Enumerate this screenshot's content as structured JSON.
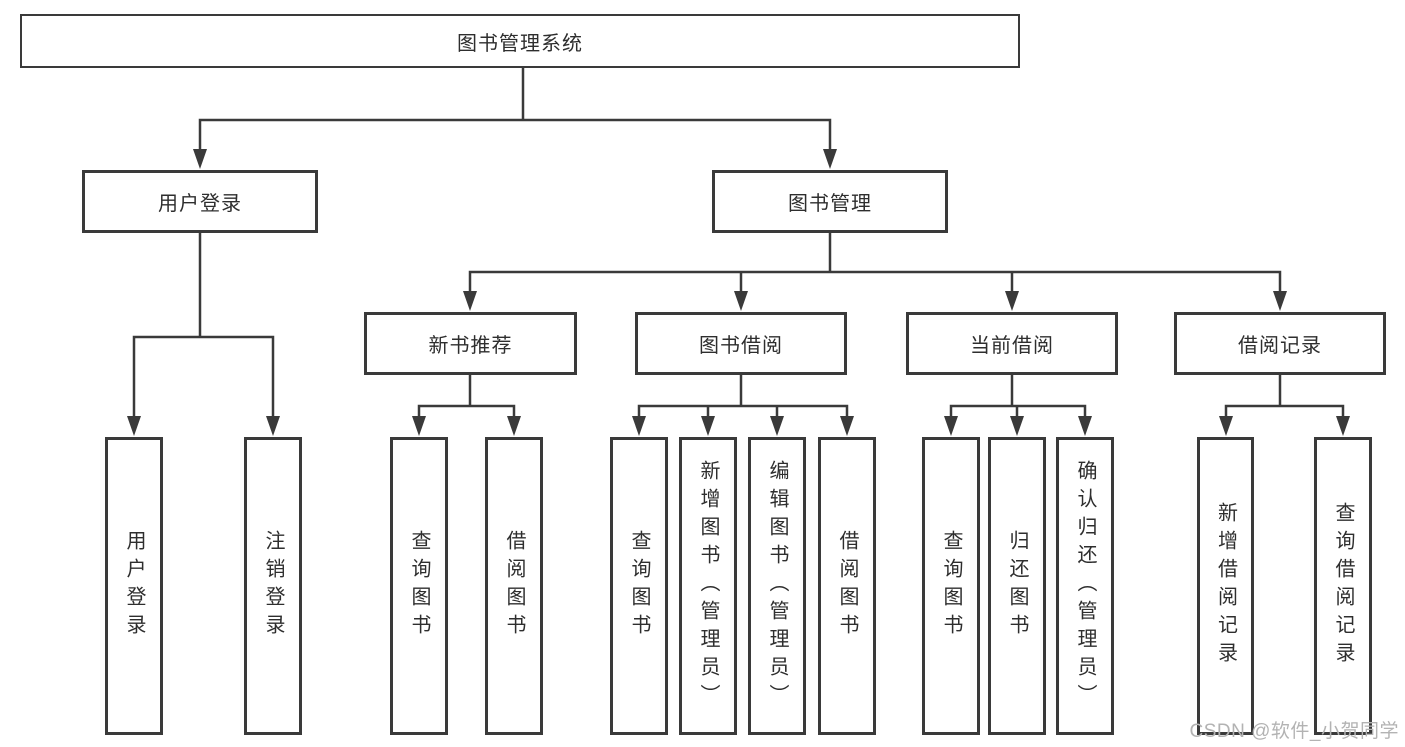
{
  "diagram": {
    "root": {
      "label": "图书管理系统"
    },
    "level2": [
      {
        "label": "用户登录"
      },
      {
        "label": "图书管理"
      }
    ],
    "level3": [
      {
        "label": "新书推荐",
        "parent": "图书管理"
      },
      {
        "label": "图书借阅",
        "parent": "图书管理"
      },
      {
        "label": "当前借阅",
        "parent": "图书管理"
      },
      {
        "label": "借阅记录",
        "parent": "图书管理"
      }
    ],
    "leaves": [
      {
        "label": "用户登录",
        "parent": "用户登录"
      },
      {
        "label": "注销登录",
        "parent": "用户登录"
      },
      {
        "label": "查询图书",
        "parent": "新书推荐"
      },
      {
        "label": "借阅图书",
        "parent": "新书推荐"
      },
      {
        "label": "查询图书",
        "parent": "图书借阅"
      },
      {
        "label": "新增图书（管理员）",
        "parent": "图书借阅"
      },
      {
        "label": "编辑图书（管理员）",
        "parent": "图书借阅"
      },
      {
        "label": "借阅图书",
        "parent": "图书借阅"
      },
      {
        "label": "查询图书",
        "parent": "当前借阅"
      },
      {
        "label": "归还图书",
        "parent": "当前借阅"
      },
      {
        "label": "确认归还（管理员）",
        "parent": "当前借阅"
      },
      {
        "label": "新增借阅记录",
        "parent": "借阅记录"
      },
      {
        "label": "查询借阅记录",
        "parent": "借阅记录"
      }
    ]
  },
  "watermark": "CSDN @软件_小贺同学",
  "colors": {
    "line": "#3a3a3a",
    "border": "#3a3a3a",
    "text": "#2e2e2e",
    "watermark": "#b3b3b3",
    "background": "#ffffff"
  }
}
